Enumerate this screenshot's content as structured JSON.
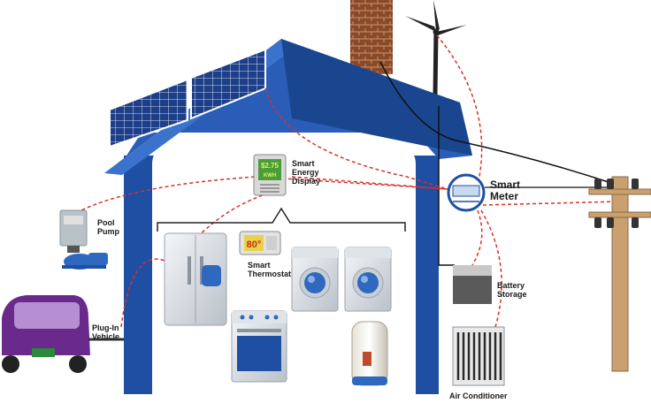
{
  "labels": {
    "smart_meter": "Smart\nMeter",
    "smart_energy_display": "Smart\nEnergy\nDisplay",
    "pool_pump": "Pool\nPump",
    "smart_thermostat": "Smart\nThermostat",
    "battery_storage": "Battery\nStorage",
    "plug_in_vehicle": "Plug-In\nVehicle",
    "air_conditioner": "Air Conditioner"
  },
  "displays": {
    "energy_cost": "$2.75",
    "energy_kwh": "KWH",
    "thermostat_temp": "80°"
  },
  "colors": {
    "house_blue": "#1f4fa3",
    "roof_blue": "#2a5db8",
    "signal_line": "#d9302a",
    "brick": "#8a4a2a",
    "vehicle": "#6a2a8c",
    "pole_wood": "#c9a070"
  }
}
